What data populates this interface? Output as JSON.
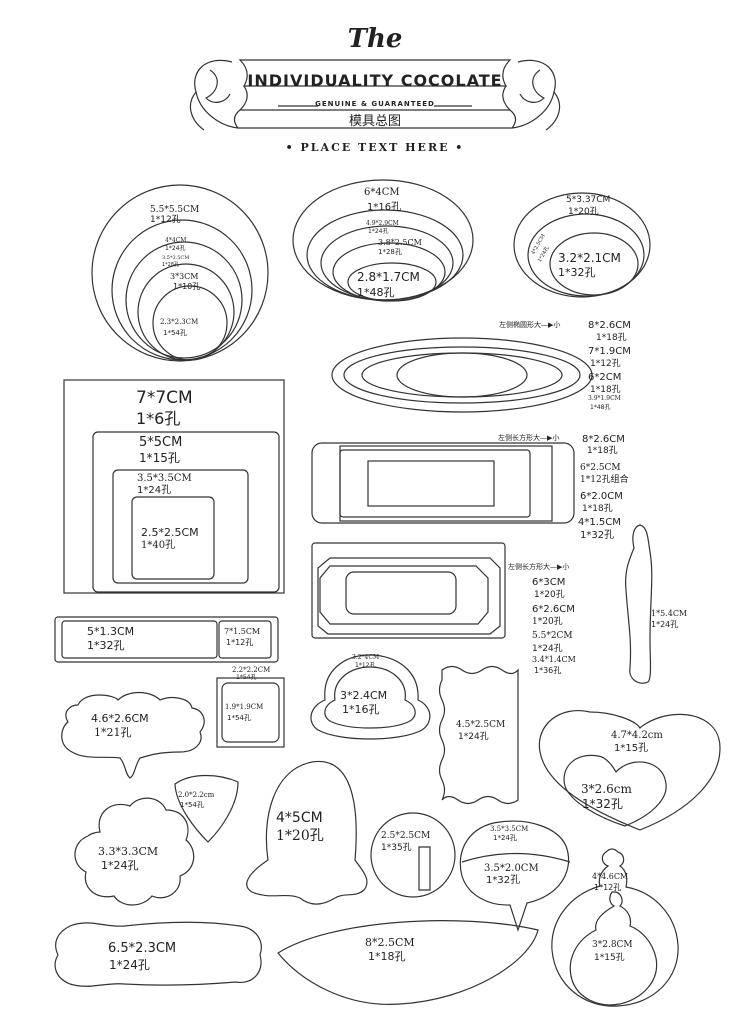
{
  "header": {
    "script": "The",
    "brand": "INDIVIDUALITY   COCOLATE",
    "tagline": "GENUINE & GUARANTEED",
    "subtitle": "模具总图",
    "placeholder": "• PLACE TEXT HERE •"
  },
  "notes": {
    "oval_order": "左侧椭圆形大—▶小",
    "rect_order": "左侧长方形大—▶小",
    "rect_order_2": "左侧长方形大—▶小"
  },
  "molds": {
    "round": {
      "l1": "5.5*5.5CM",
      "l2": "1*12孔",
      "l3": "4*4CM",
      "l4": "1*24孔",
      "l5": "3.5*3.5CM",
      "l6": "1*28孔",
      "l7": "3*3CM",
      "l8": "1*10孔",
      "l9": "2.3*2.3CM",
      "l10": "1*54孔"
    },
    "oval_top": {
      "l1": "6*4CM",
      "l2": "1*16孔",
      "l3": "4.9*2.9CM",
      "l4": "1*24孔",
      "l5": "3.8*2.5CM",
      "l6": "1*28孔",
      "l7": "2.8*1.7CM",
      "l8": "1*48孔"
    },
    "oval_right": {
      "l1": "5*3.37CM",
      "l2": "1*20孔",
      "l3": "4*2.5CM",
      "l4": "1*24孔",
      "l5": "3.2*2.1CM",
      "l6": "1*32孔"
    },
    "long_oval": {
      "l1": "8*2.6CM",
      "l2": "1*18孔",
      "l3": "7*1.9CM",
      "l4": "1*12孔",
      "l5": "6*2CM",
      "l6": "1*18孔",
      "l7": "3.9*1.9CM",
      "l8": "1*48孔"
    },
    "square": {
      "l1": "7*7CM",
      "l2": "1*6孔",
      "l3": "5*5CM",
      "l4": "1*15孔",
      "l5": "3.5*3.5CM",
      "l6": "1*24孔",
      "l7": "2.5*2.5CM",
      "l8": "1*40孔"
    },
    "rect1": {
      "l1": "8*2.6CM",
      "l2": "1*18孔",
      "l3": "6*2.5CM",
      "l4": "1*12孔组合",
      "l5": "6*2.0CM",
      "l6": "1*18孔",
      "l7": "4*1.5CM",
      "l8": "1*32孔"
    },
    "rect2": {
      "l1": "6*3CM",
      "l2": "1*20孔",
      "l3": "6*2.6CM",
      "l4": "1*20孔",
      "l5": "5.5*2CM",
      "l6": "1*24孔",
      "l7": "3.4*1.4CM",
      "l8": "1*36孔"
    },
    "bottle": {
      "l1": "1*5.4CM",
      "l2": "1*24孔"
    },
    "bar": {
      "l1": "5*1.3CM",
      "l2": "1*32孔",
      "l3": "7*1.5CM",
      "l4": "1*12孔"
    },
    "small_square": {
      "l1": "2.2*2.2CM",
      "l2": "1*54孔",
      "l3": "1.9*1.9CM",
      "l4": "1*54孔"
    },
    "bell": {
      "l1": "3.2*4CM",
      "l2": "1*12孔",
      "l3": "3*2.4CM",
      "l4": "1*16孔"
    },
    "wavy_rect": {
      "l1": "4.5*2.5CM",
      "l2": "1*24孔"
    },
    "leaf": {
      "l1": "4.6*2.6CM",
      "l2": "1*21孔"
    },
    "shield": {
      "l1": "2.0*2.2cm",
      "l2": "1*54孔"
    },
    "ghost": {
      "l1": "4*5CM",
      "l2": "1*20孔"
    },
    "heart": {
      "l1": "4.7*4.2cm",
      "l2": "1*15孔",
      "l3": "3*2.6cm",
      "l4": "1*32孔"
    },
    "flower": {
      "l1": "3.3*3.3CM",
      "l2": "1*24孔"
    },
    "circle_notch": {
      "l1": "2.5*2.5CM",
      "l2": "1*35孔"
    },
    "drop": {
      "l1": "3.5*3.5CM",
      "l2": "1*24孔",
      "l3": "3.5*2.0CM",
      "l4": "1*32孔"
    },
    "ornament": {
      "l1": "4*4.6CM",
      "l2": "1*12孔",
      "l3": "3*2.8CM",
      "l4": "1*15孔"
    },
    "tag": {
      "l1": "6.5*2.3CM",
      "l2": "1*24孔"
    },
    "boat": {
      "l1": "8*2.5CM",
      "l2": "1*18孔"
    }
  }
}
